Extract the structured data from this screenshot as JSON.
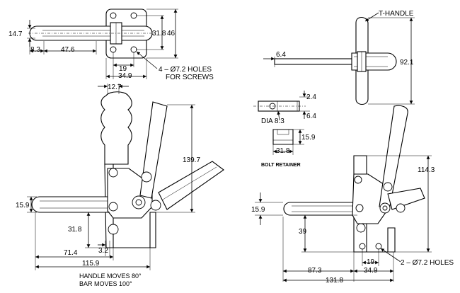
{
  "top_view": {
    "dims": {
      "d14_7": "14.7",
      "d8_3": "8.3",
      "d47_6": "47.6",
      "d31_8": "31.8",
      "d46": "46",
      "d19": "19",
      "d34_9": "34.9"
    },
    "holes_note": "4 – Ø7.2 HOLES",
    "screws_note": "FOR SCREWS"
  },
  "side_view": {
    "dims": {
      "d12_7": "12.7",
      "d139_7": "139.7",
      "d15_9": "15.9",
      "d31_8": "31.8",
      "d3_2": "3.2",
      "d71_4": "71.4",
      "d115_9": "115.9"
    },
    "handle_note": "HANDLE MOVES 80°",
    "bar_note": "BAR  MOVES  100°"
  },
  "t_handle_view": {
    "label": "T-HANDLE",
    "dims": {
      "d6_4": "6.4",
      "d92_1": "92.1"
    }
  },
  "bolt_view": {
    "dims": {
      "d2_4": "2.4",
      "dia": "DIA 8.3",
      "d6_4": "6.4"
    }
  },
  "retainer_view": {
    "dims": {
      "d15_9": "15.9",
      "d31_8": "31.8"
    },
    "label": "BOLT RETAINER"
  },
  "alt_side_view": {
    "dims": {
      "d114_3": "114.3",
      "d15_9": "15.9",
      "d39": "39",
      "d19": "19",
      "d87_3": "87.3",
      "d34_9": "34.9",
      "d131_8": "131.8"
    },
    "holes_note": "2 – Ø7.2 HOLES"
  }
}
